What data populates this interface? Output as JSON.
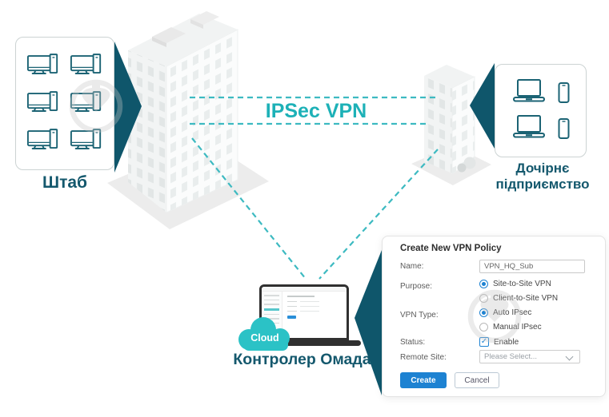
{
  "colors": {
    "teal_accent": "#1db1b7",
    "dark_teal": "#14586d",
    "line_teal": "#3dbac1",
    "button_blue": "#1d82d2",
    "cloud_teal": "#2bc2c6"
  },
  "diagram": {
    "hq": {
      "label": "Штаб"
    },
    "subsidiary": {
      "label": "Дочірнє підприємство"
    },
    "link_label": "IPSec VPN",
    "controller": {
      "label": "Контролер Омада",
      "cloud_label": "Cloud"
    }
  },
  "dialog": {
    "title": "Create New VPN Policy",
    "name_label": "Name:",
    "name_value": "VPN_HQ_Sub",
    "purpose_label": "Purpose:",
    "purpose_options": [
      {
        "label": "Site-to-Site VPN",
        "selected": true
      },
      {
        "label": "Client-to-Site VPN",
        "selected": false
      }
    ],
    "vpn_type_label": "VPN Type:",
    "vpn_type_options": [
      {
        "label": "Auto IPsec",
        "selected": true
      },
      {
        "label": "Manual IPsec",
        "selected": false
      }
    ],
    "status_label": "Status:",
    "status_checkbox": "Enable",
    "status_checked": true,
    "remote_site_label": "Remote Site:",
    "remote_site_value": "Please Select...",
    "create_button": "Create",
    "cancel_button": "Cancel"
  }
}
